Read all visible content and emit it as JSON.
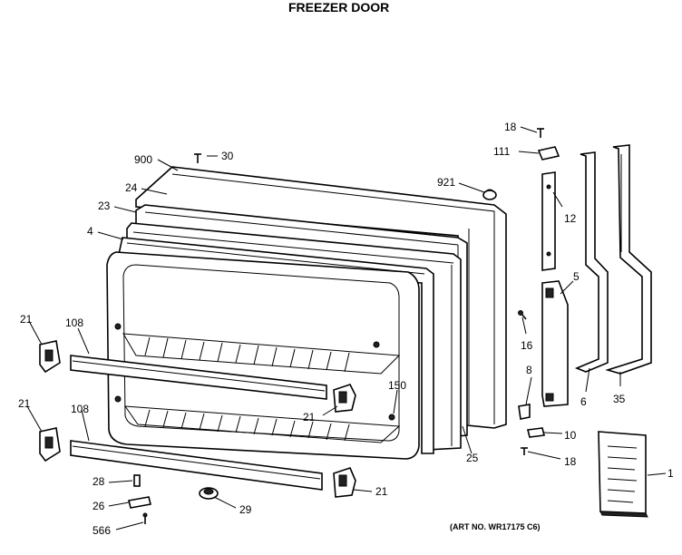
{
  "title": "FREEZER DOOR",
  "art_number": "(ART NO. WR17175 C6)",
  "callouts": {
    "p900": "900",
    "p30": "30",
    "p24": "24",
    "p23": "23",
    "p4": "4",
    "p921": "921",
    "p18a": "18",
    "p111": "111",
    "p12": "12",
    "p5": "5",
    "p16": "16",
    "p8": "8",
    "p6": "6",
    "p35": "35",
    "p10": "10",
    "p18b": "18",
    "p1": "1",
    "p25": "25",
    "p150": "150",
    "p21a": "21",
    "p21b": "21",
    "p21c": "21",
    "p21d": "21",
    "p108a": "108",
    "p108b": "108",
    "p28": "28",
    "p26": "26",
    "p566": "566",
    "p29": "29"
  }
}
